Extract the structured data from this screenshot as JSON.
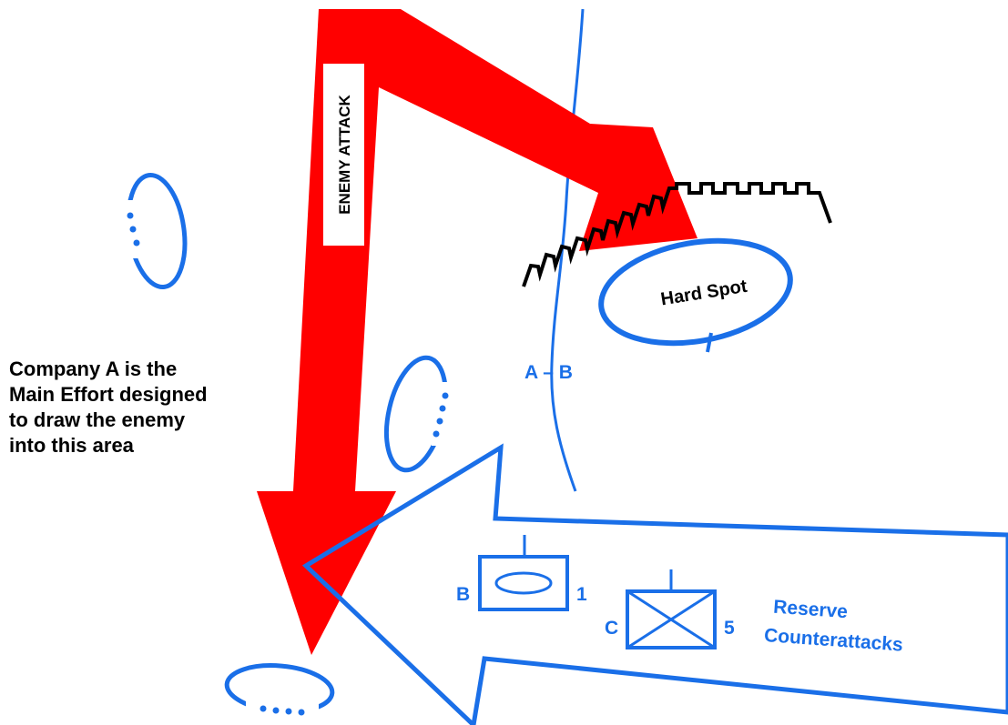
{
  "colors": {
    "friendly_blue": "#1a6fe8",
    "enemy_red": "#ff0000",
    "obstacle_black": "#000000",
    "background": "#ffffff"
  },
  "enemy_attack": {
    "label": "ENEMY ATTACK"
  },
  "hard_spot": {
    "label": "Hard Spot",
    "echelon_mark": "I"
  },
  "boundary": {
    "label": "A – B"
  },
  "caption": {
    "lines": [
      "Company A is the",
      "Main Effort designed",
      "to draw the enemy",
      "into this area"
    ]
  },
  "units": [
    {
      "id": "B",
      "designation": "1",
      "type": "armor"
    },
    {
      "id": "C",
      "designation": "5",
      "type": "infantry"
    }
  ],
  "reserve": {
    "line1": "Reserve",
    "line2": "Counterattacks"
  },
  "icons": {
    "enemy_attack": "red-attack-arrow-icon",
    "counterattack": "blue-counterattack-arrow-icon",
    "obstacle": "wire-obstacle-icon",
    "position": "platoon-position-icon",
    "armor_unit": "armor-unit-symbol-icon",
    "infantry_unit": "infantry-unit-symbol-icon"
  }
}
